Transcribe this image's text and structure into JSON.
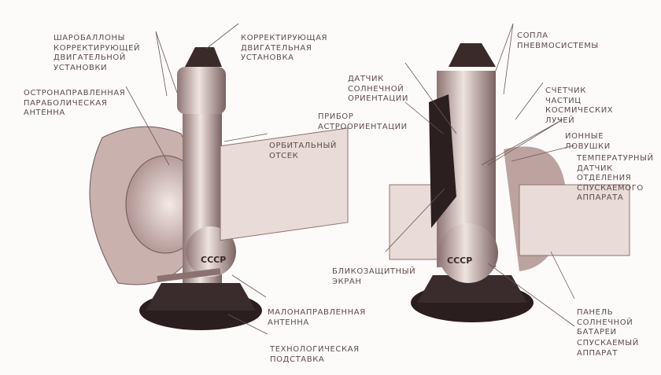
{
  "craft_marking": "СССР",
  "left_view": {
    "labels": [
      {
        "id": "gas-tanks",
        "lines": [
          "ШАРОБАЛЛОНЫ",
          "КОРРЕКТИРУЮЩЕЙ",
          "ДВИГАТЕЛЬНОЙ",
          "УСТАНОВКИ"
        ]
      },
      {
        "id": "correction-engine",
        "lines": [
          "КОРРЕКТИРУЮЩАЯ",
          "ДВИГАТЕЛЬНАЯ",
          "УСТАНОВКА"
        ]
      },
      {
        "id": "high-gain-antenna",
        "lines": [
          "ОСТРОНАПРАВЛЕННАЯ",
          "ПАРАБОЛИЧЕСКАЯ",
          "АНТЕННА"
        ]
      },
      {
        "id": "orbital-module",
        "lines": [
          "ОРБИТАЛЬНЫЙ",
          "ОТСЕК"
        ]
      },
      {
        "id": "low-gain-antenna",
        "lines": [
          "МАЛОНАПРАВЛЕННАЯ",
          "АНТЕННА"
        ]
      },
      {
        "id": "technological-stand",
        "lines": [
          "ТЕХНОЛОГИЧЕСКАЯ",
          "ПОДСТАВКА"
        ]
      }
    ]
  },
  "right_view": {
    "labels": [
      {
        "id": "pneumatic-nozzles",
        "lines": [
          "СОПЛА",
          "ПНЕВМОСИСТЕМЫ"
        ]
      },
      {
        "id": "sun-sensor",
        "lines": [
          "ДАТЧИК",
          "СОЛНЕЧНОЙ",
          "ОРИЕНТАЦИИ"
        ]
      },
      {
        "id": "star-tracker",
        "lines": [
          "ПРИБОР",
          "АСТРООРИЕНТАЦИИ"
        ]
      },
      {
        "id": "cosmic-ray-counter",
        "lines": [
          "СЧЕТЧИК",
          "ЧАСТИЦ",
          "КОСМИЧЕСКИХ",
          "ЛУЧЕЙ"
        ]
      },
      {
        "id": "ion-traps",
        "lines": [
          "ИОННЫЕ",
          "ЛОВУШКИ"
        ]
      },
      {
        "id": "temperature-sensor",
        "lines": [
          "ТЕМПЕРАТУРНЫЙ",
          "ДАТЧИК",
          "ОТДЕЛЕНИЯ",
          "СПУСКАЕМОГО",
          "АППАРАТА"
        ]
      },
      {
        "id": "glare-shield",
        "lines": [
          "БЛИКОЗАЩИТНЫЙ",
          "ЭКРАН"
        ]
      },
      {
        "id": "solar-panel",
        "lines": [
          "ПАНЕЛЬ",
          "СОЛНЕЧНОЙ",
          "БАТАРЕИ"
        ]
      },
      {
        "id": "descent-module",
        "lines": [
          "СПУСКАЕМЫЙ",
          "АППАРАТ"
        ]
      }
    ]
  }
}
